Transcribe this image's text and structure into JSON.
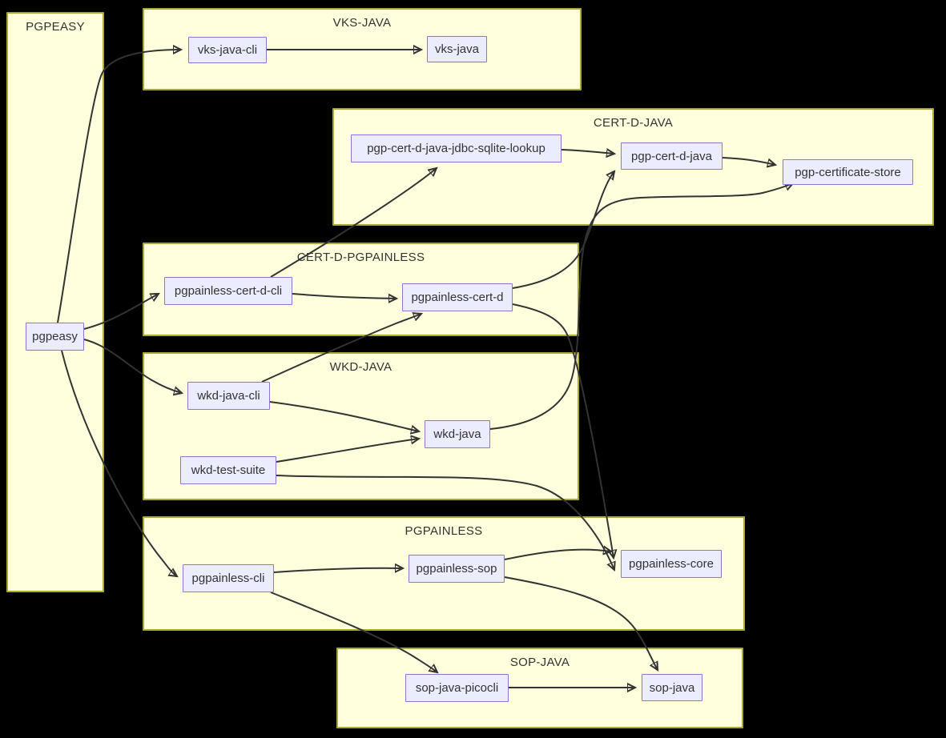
{
  "diagram": {
    "type": "dependency-graph",
    "background": "#000000",
    "colors": {
      "cluster_fill": "#ffffde",
      "cluster_border": "#aaaa33",
      "node_fill": "#ececff",
      "node_border": "#9370db",
      "edge": "#333333",
      "text": "#333333"
    },
    "clusters": {
      "pgpeasy": {
        "title": "PGPEASY"
      },
      "vks_java": {
        "title": "VKS-JAVA"
      },
      "cert_d_java": {
        "title": "CERT-D-JAVA"
      },
      "cert_d_pgpainless": {
        "title": "CERT-D-PGPAINLESS"
      },
      "wkd_java": {
        "title": "WKD-JAVA"
      },
      "pgpainless": {
        "title": "PGPAINLESS"
      },
      "sop_java": {
        "title": "SOP-JAVA"
      }
    },
    "nodes": {
      "pgpeasy": {
        "label": "pgpeasy",
        "cluster": "PGPEASY"
      },
      "vks_java_cli": {
        "label": "vks-java-cli",
        "cluster": "VKS-JAVA"
      },
      "vks_java": {
        "label": "vks-java",
        "cluster": "VKS-JAVA"
      },
      "pgp_cert_d_java_jdbc_sqlite_lookup": {
        "label": "pgp-cert-d-java-jdbc-sqlite-lookup",
        "cluster": "CERT-D-JAVA"
      },
      "pgp_cert_d_java": {
        "label": "pgp-cert-d-java",
        "cluster": "CERT-D-JAVA"
      },
      "pgp_certificate_store": {
        "label": "pgp-certificate-store",
        "cluster": "CERT-D-JAVA"
      },
      "pgpainless_cert_d_cli": {
        "label": "pgpainless-cert-d-cli",
        "cluster": "CERT-D-PGPAINLESS"
      },
      "pgpainless_cert_d": {
        "label": "pgpainless-cert-d",
        "cluster": "CERT-D-PGPAINLESS"
      },
      "wkd_java_cli": {
        "label": "wkd-java-cli",
        "cluster": "WKD-JAVA"
      },
      "wkd_java": {
        "label": "wkd-java",
        "cluster": "WKD-JAVA"
      },
      "wkd_test_suite": {
        "label": "wkd-test-suite",
        "cluster": "WKD-JAVA"
      },
      "pgpainless_cli": {
        "label": "pgpainless-cli",
        "cluster": "PGPAINLESS"
      },
      "pgpainless_sop": {
        "label": "pgpainless-sop",
        "cluster": "PGPAINLESS"
      },
      "pgpainless_core": {
        "label": "pgpainless-core",
        "cluster": "PGPAINLESS"
      },
      "sop_java_picocli": {
        "label": "sop-java-picocli",
        "cluster": "SOP-JAVA"
      },
      "sop_java": {
        "label": "sop-java",
        "cluster": "SOP-JAVA"
      }
    },
    "edges": [
      {
        "from": "pgpeasy",
        "to": "vks-java-cli"
      },
      {
        "from": "pgpeasy",
        "to": "pgpainless-cert-d-cli"
      },
      {
        "from": "pgpeasy",
        "to": "wkd-java-cli"
      },
      {
        "from": "pgpeasy",
        "to": "pgpainless-cli"
      },
      {
        "from": "vks-java-cli",
        "to": "vks-java"
      },
      {
        "from": "pgpainless-cert-d-cli",
        "to": "pgp-cert-d-java-jdbc-sqlite-lookup"
      },
      {
        "from": "pgpainless-cert-d-cli",
        "to": "pgpainless-cert-d"
      },
      {
        "from": "pgp-cert-d-java-jdbc-sqlite-lookup",
        "to": "pgp-cert-d-java"
      },
      {
        "from": "pgp-cert-d-java",
        "to": "pgp-certificate-store"
      },
      {
        "from": "pgpainless-cert-d",
        "to": "pgp-cert-d-java"
      },
      {
        "from": "pgpainless-cert-d",
        "to": "pgpainless-core"
      },
      {
        "from": "wkd-java-cli",
        "to": "pgpainless-cert-d"
      },
      {
        "from": "wkd-java-cli",
        "to": "wkd-java"
      },
      {
        "from": "wkd-test-suite",
        "to": "wkd-java"
      },
      {
        "from": "wkd-test-suite",
        "to": "pgpainless-core"
      },
      {
        "from": "wkd-java",
        "to": "pgp-certificate-store"
      },
      {
        "from": "pgpainless-cli",
        "to": "pgpainless-sop"
      },
      {
        "from": "pgpainless-cli",
        "to": "sop-java-picocli"
      },
      {
        "from": "pgpainless-sop",
        "to": "pgpainless-core"
      },
      {
        "from": "pgpainless-sop",
        "to": "sop-java"
      },
      {
        "from": "sop-java-picocli",
        "to": "sop-java"
      }
    ]
  }
}
